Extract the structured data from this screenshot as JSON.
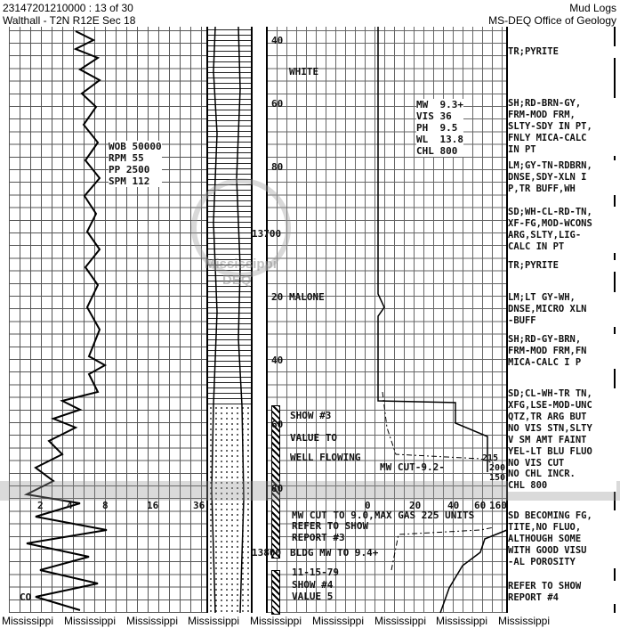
{
  "header": {
    "doc_id": "23147201210000 : 13 of 30",
    "location": "Walthall - T2N R12E Sec 18",
    "doc_type": "Mud Logs",
    "agency": "MS-DEQ Office of Geology"
  },
  "depth_labels": [
    "40",
    "60",
    "80",
    "13700",
    "20",
    "MALONE",
    "40",
    "60",
    "80",
    "13800"
  ],
  "left_scale": [
    "2",
    "4",
    "8",
    "16",
    "36"
  ],
  "gas_scale": [
    "0",
    "20",
    "40",
    "60",
    "160"
  ],
  "drilling_params": [
    "WOB 50000",
    "RPM 55",
    "PP 2500",
    "SPM 112"
  ],
  "mud_props": [
    "MW  9.3+",
    "VIS 36",
    "PH  9.5",
    "WL  13.8",
    "CHL 800"
  ],
  "formation": "WHITE",
  "annotations": {
    "show3": "SHOW #3",
    "value_to": "VALUE TO",
    "well_flowing": "WELL FLOWING",
    "mw_cut": "MW CUT-9.2-",
    "gas_vals": [
      "215",
      "200",
      "150"
    ],
    "mw_cut_90": "MW CUT TO 9.0,MAX GAS 225 UNITS",
    "refer": "REFER TO SHOW",
    "report3": "REPORT #3",
    "bldg": "BLDG MW TO 9.4+",
    "date": "11-15-79",
    "show4": "SHOW #4",
    "value5": "VALUE 5",
    "co": "CO"
  },
  "descriptions": [
    "TR;PYRITE",
    "SH;RD-BRN-GY,\nFRM-MOD FRM,\nSLTY-SDY IN PT,\nFNLY MICA-CALC\nIN PT",
    "LM;GY-TN-RDBRN,\nDNSE,SDY-XLN I\nP,TR BUFF,WH",
    "SD;WH-CL-RD-TN,\nXF-FG,MOD-WCONS\nARG,SLTY,LIG-\nCALC IN PT",
    "TR;PYRITE",
    "LM;LT GY-WH,\nDNSE,MICRO XLN\n-BUFF",
    "SH;RD-GY-BRN,\nFRM-MOD FRM,FN\nMICA-CALC I P",
    "SD;CL-WH-TR TN,\nXFG,LSE-MOD-UNC\nQTZ,TR ARG BUT\nNO VIS STN,SLTY\nV SM AMT FAINT\nYEL-LT BLU FLUO\nNO VIS CUT",
    "NO CHL INCR.\nCHL 800",
    "SD BECOMING FG,\nTITE,NO FLUO,\nALTHOUGH SOME\nWITH GOOD VISU\n-AL POROSITY",
    "REFER TO SHOW\nREPORT #4"
  ],
  "watermark": {
    "line1": "Mississippi",
    "line2": "DEQ"
  },
  "footer": [
    "Mississippi",
    "Mississippi",
    "Mississippi",
    "Mississippi",
    "Mississippi",
    "Mississippi",
    "Mississippi",
    "Mississippi",
    "Mississippi"
  ]
}
